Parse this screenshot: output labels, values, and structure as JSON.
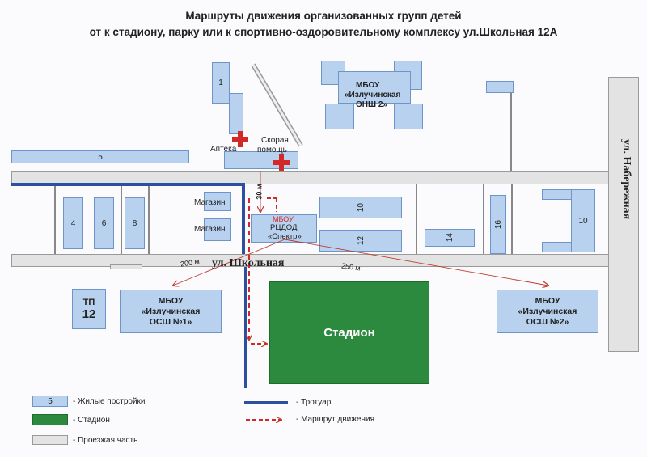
{
  "title": {
    "line1": "Маршруты движения организованных групп детей",
    "line2": "от к стадиону, парку или к спортивно-оздоровительному комплексу ул.Школьная 12А"
  },
  "buildings": {
    "b1": "1",
    "b5": "5",
    "b4": "4",
    "b6": "6",
    "b8": "8",
    "b10a": "10",
    "b12": "12",
    "b14": "14",
    "b16": "16",
    "b10b": "10"
  },
  "labels": {
    "pharmacy": "Аптека",
    "ambulance_line1": "Скорая",
    "ambulance_line2": "помощь",
    "shop1": "Магазин",
    "shop2": "Магазин",
    "school_top_line1": "МБОУ",
    "school_top_line2": "«Излучинская",
    "school_top_line3": "ОНШ 2»",
    "center_line1": "МБОУ",
    "center_line2": "РЦДОД",
    "center_line3": "«Спектр»",
    "street_school": "ул. Школьная",
    "street_emb": "ул. Набережная",
    "dist_200": "200 м",
    "dist_250": "250 м",
    "dist_30": "30 м",
    "tp_line1": "ТП",
    "tp_line2": "12",
    "school1_line1": "МБОУ",
    "school1_line2": "«Излучинская",
    "school1_line3": "ОСШ №1»",
    "school2_line1": "МБОУ",
    "school2_line2": "«Излучинская",
    "school2_line3": "ОСШ №2»",
    "stadium": "Стадион"
  },
  "legend": {
    "residential_sample": "5",
    "residential": "- Жилые постройки",
    "stadium": "- Стадион",
    "roadway": "- Проезжая часть",
    "sidewalk": "- Тротуар",
    "route": "- Маршрут движения"
  },
  "colors": {
    "building": "#b7d1ee",
    "stadium": "#2b8a3e",
    "road": "#e3e3e3",
    "sidewalk": "#2c4f9e",
    "route": "#d22828"
  }
}
